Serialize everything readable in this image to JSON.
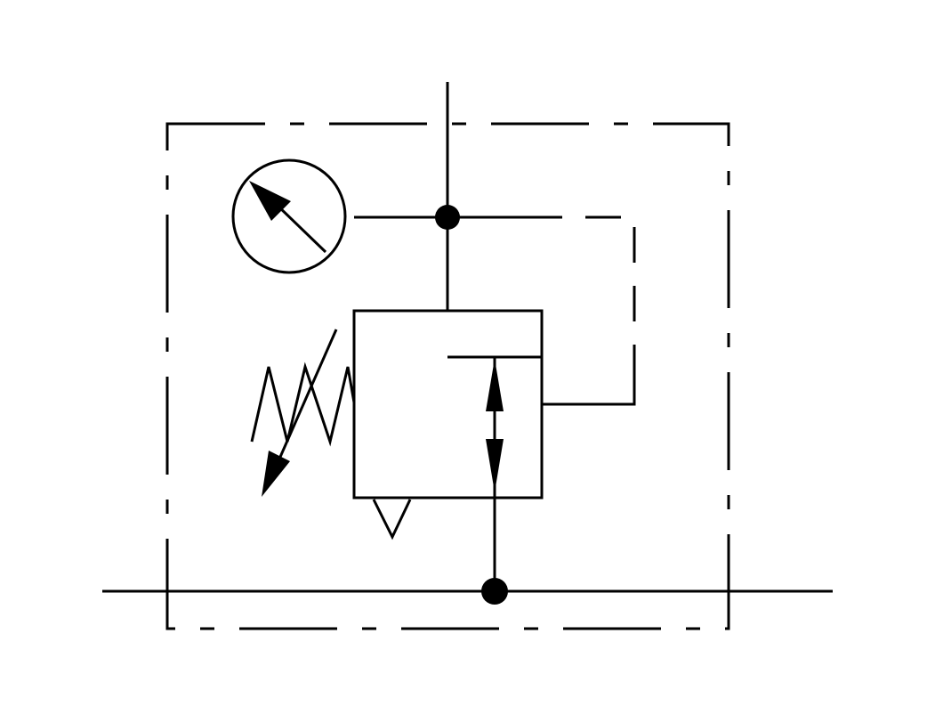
{
  "diagram": {
    "symbol": "pressure-reducing-valve-with-gauge",
    "colors": {
      "line": "#000000",
      "background": "#ffffff"
    },
    "components": [
      "enclosure-boundary",
      "pressure-gauge",
      "valve-body",
      "adjustable-spring",
      "pilot-line",
      "flow-arrow",
      "junctions",
      "drain-port"
    ]
  }
}
